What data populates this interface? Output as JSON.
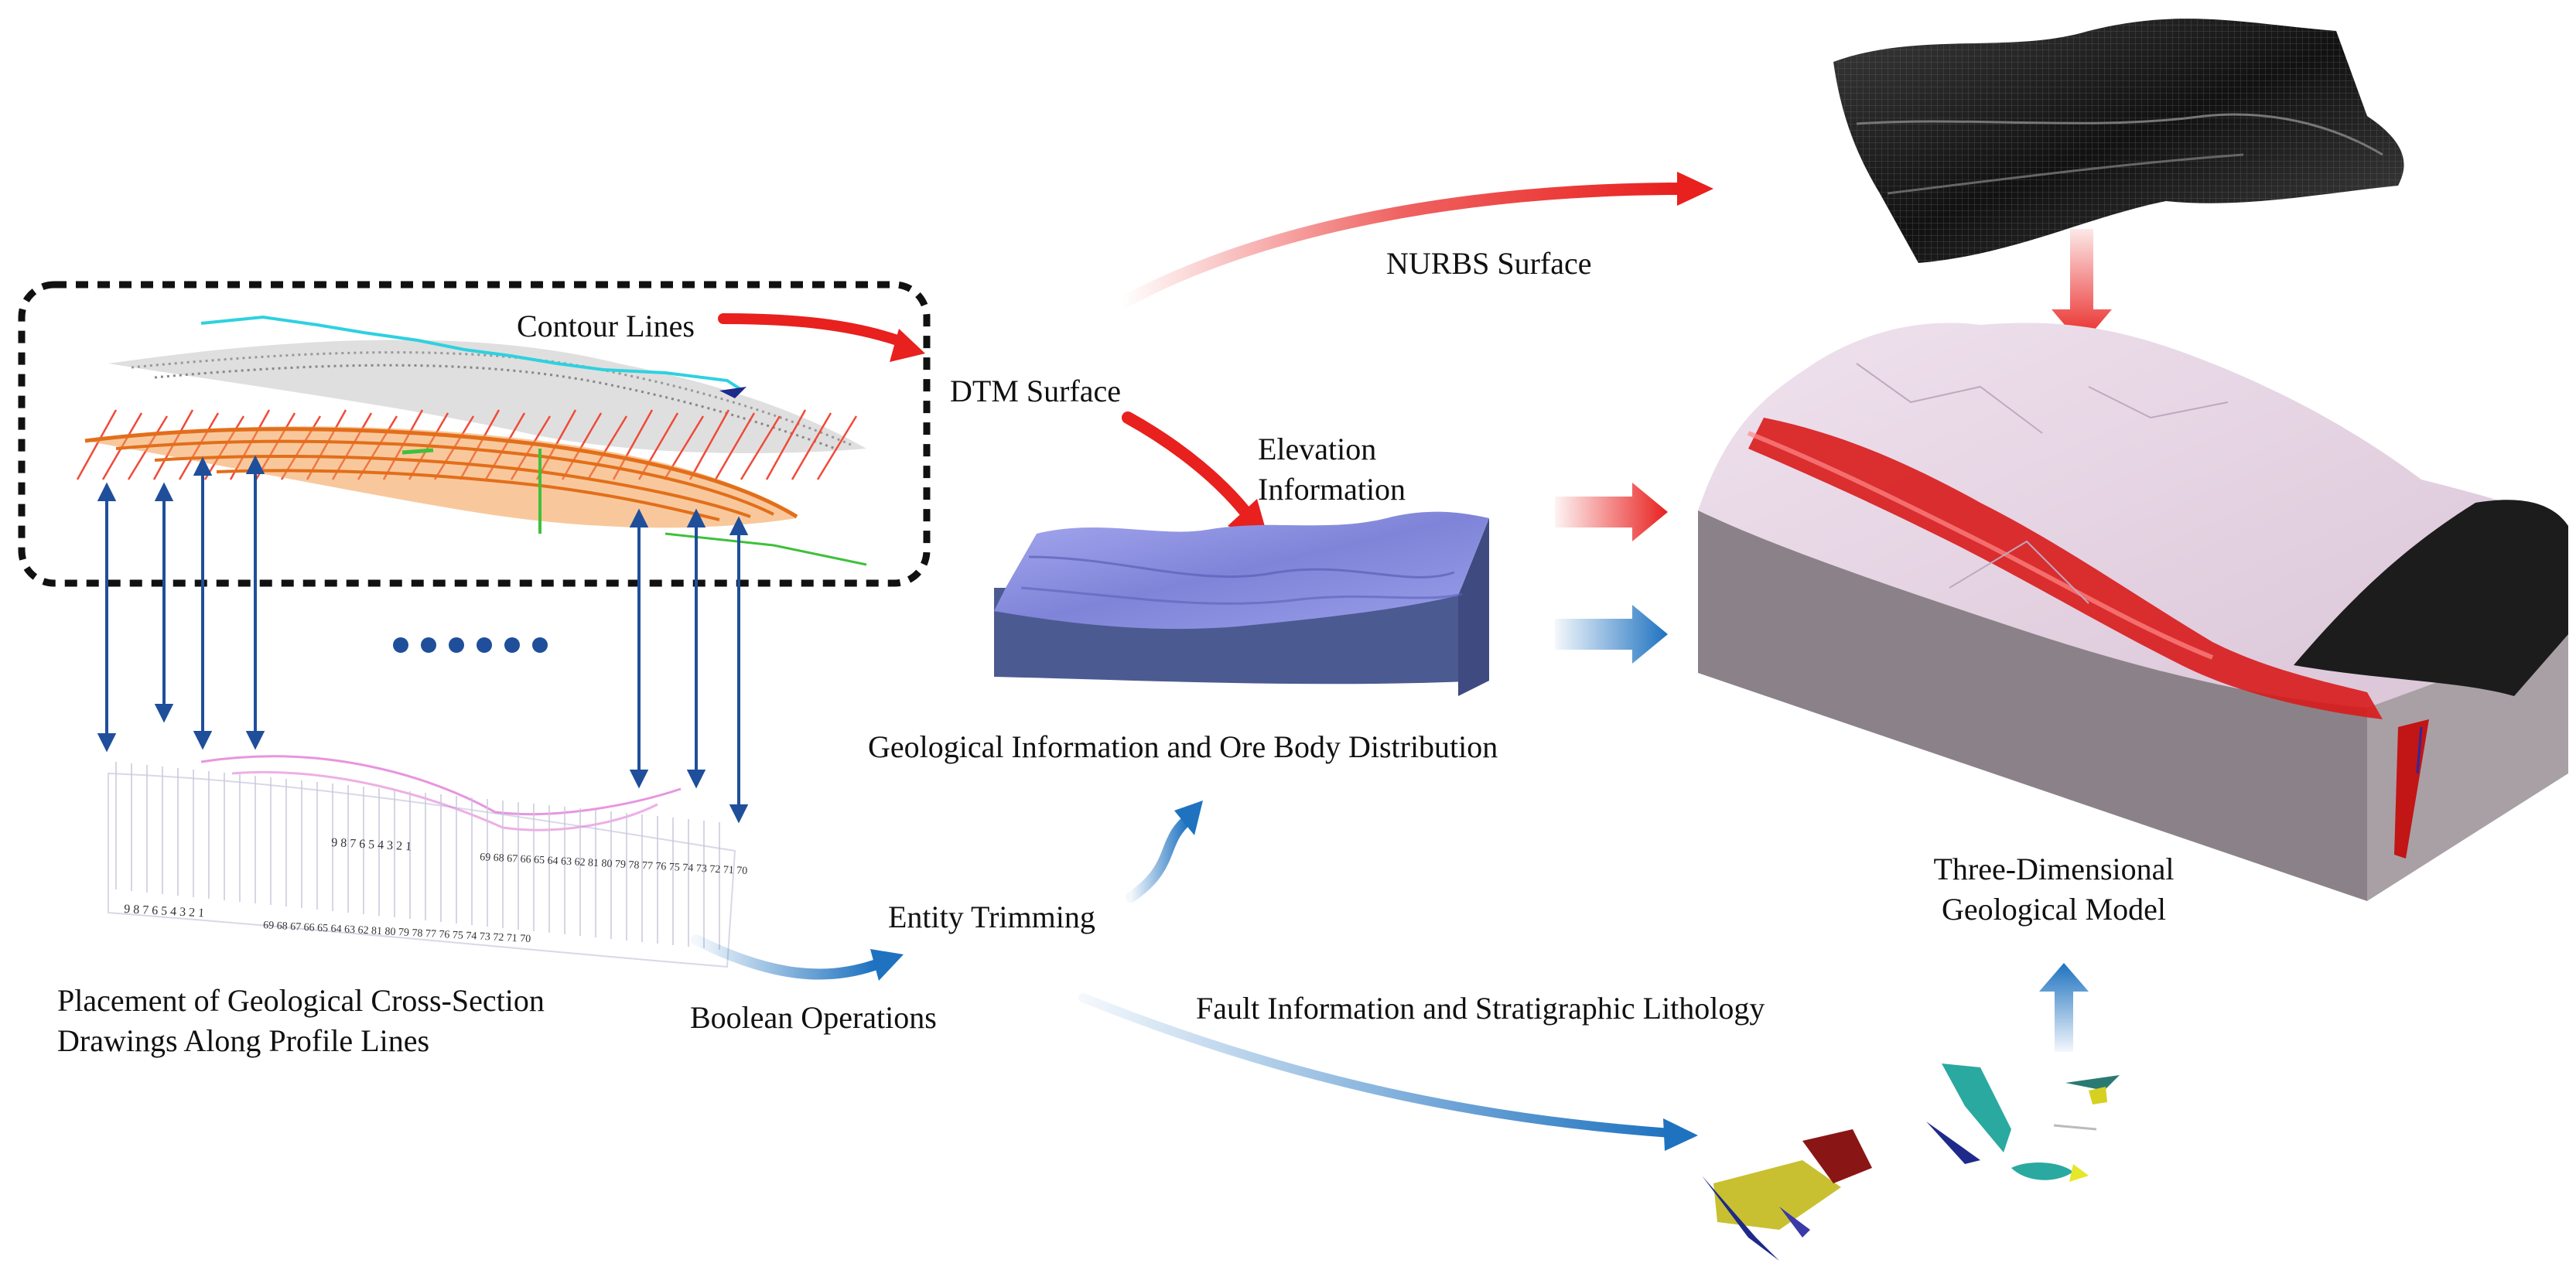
{
  "labels": {
    "contour_lines": "Contour Lines",
    "dtm_surface": "DTM Surface",
    "nurbs_surface": "NURBS Surface",
    "elevation_information": "Elevation\nInformation",
    "geological_information": "Geological Information and Ore Body Distribution",
    "entity_trimming": "Entity Trimming",
    "boolean_operations": "Boolean Operations",
    "placement_cross_section": "Placement of Geological Cross-Section\nDrawings Along Profile Lines",
    "fault_information": "Fault Information and Stratigraphic Lithology",
    "three_dimensional_model": "Three-Dimensional\nGeological Model"
  },
  "axis_text": {
    "section_numbers_back": "9 8 7 6 5 4 3 2 1",
    "section_numbers_back_right": "69 68 67 66 65 64 63 62 81 80 79 78 77 76 75 74 73 72 71 70",
    "section_numbers_front": "9 8 7 6 5 4 3 2 1",
    "section_numbers_front_right": "69 68 67 66 65 64 63 62 81 80 79 78 77 76 75 74 73 72 71 70"
  },
  "colors": {
    "red_arrow": "#e8201e",
    "blue_arrow": "#1e72c0",
    "dark_blue_arrow": "#1f4f9a",
    "dtm_block_top": "#8a8ee0",
    "dtm_block_side": "#4c5a92",
    "model_top": "#e8d6e6",
    "model_side": "#8b8289",
    "ore_red": "#d81b1b",
    "nurbs_mesh": "#2a2a2a"
  }
}
